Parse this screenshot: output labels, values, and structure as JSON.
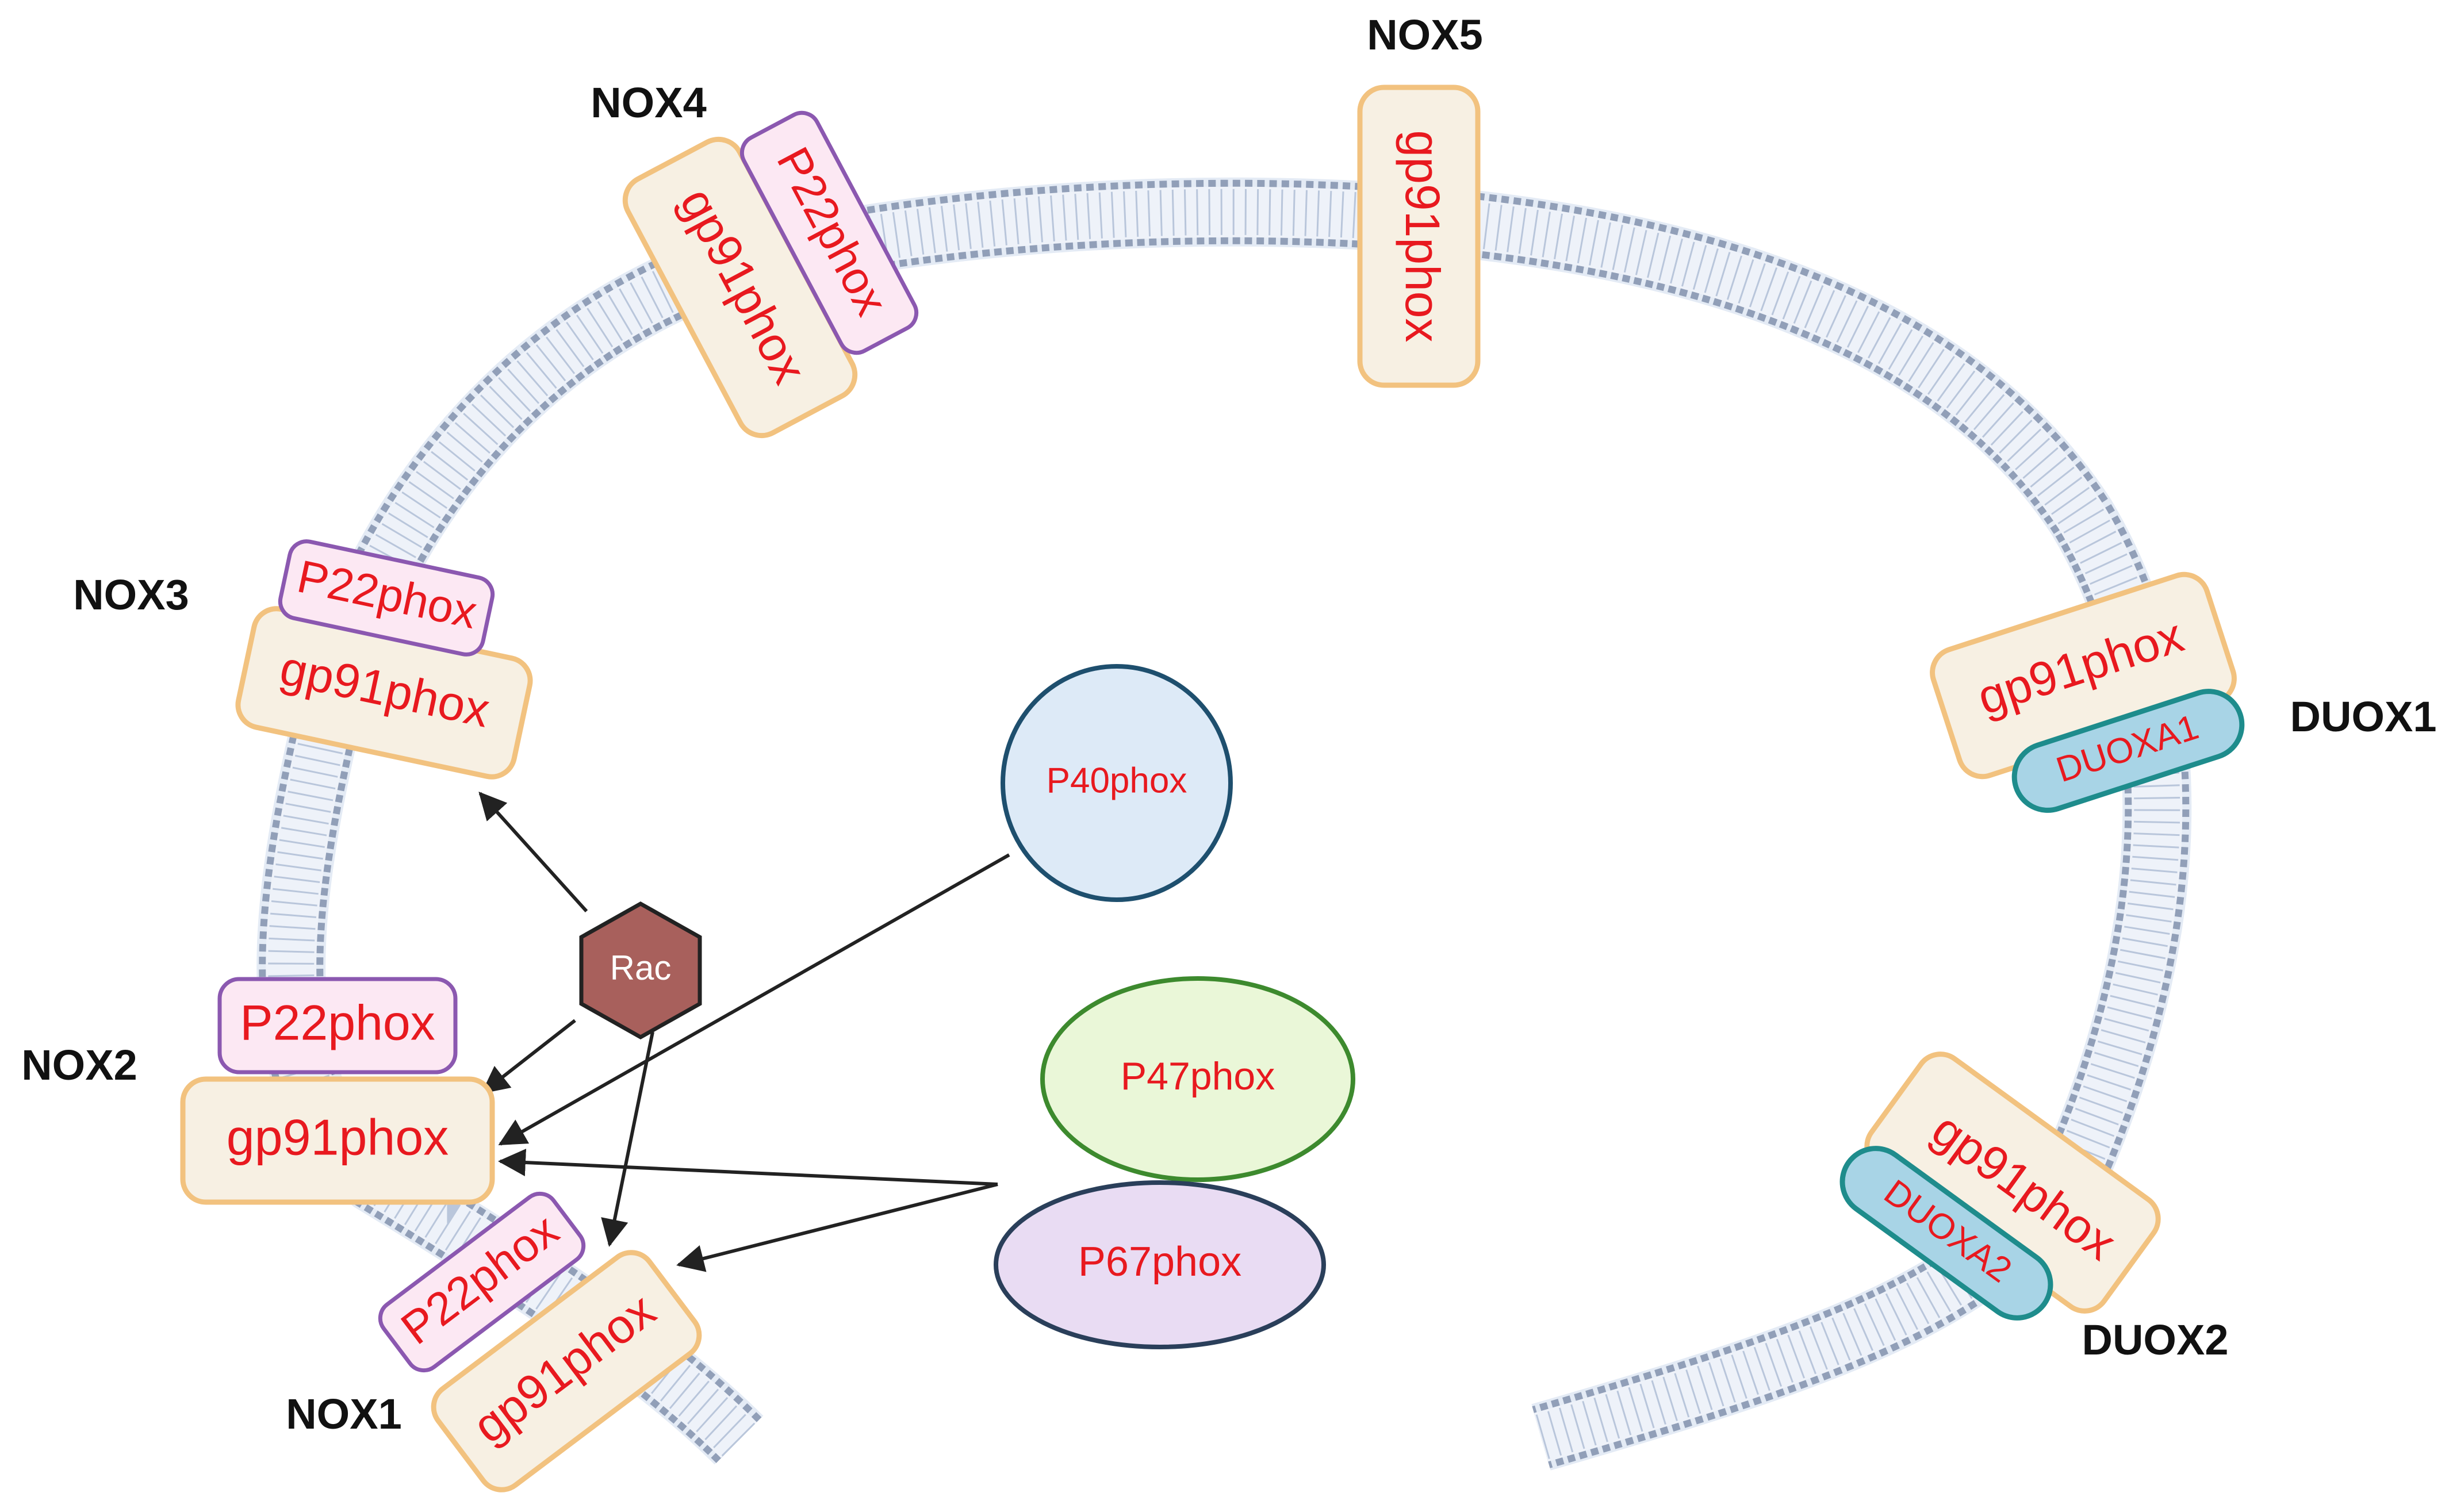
{
  "complexes": {
    "nox1": {
      "name": "NOX1",
      "gp91": "gp91phox",
      "p22": "P22phox"
    },
    "nox2": {
      "name": "NOX2",
      "gp91": "gp91phox",
      "p22": "P22phox"
    },
    "nox3": {
      "name": "NOX3",
      "gp91": "gp91phox",
      "p22": "P22phox"
    },
    "nox4": {
      "name": "NOX4",
      "gp91": "gp91phox",
      "p22": "P22phox"
    },
    "nox5": {
      "name": "NOX5",
      "gp91": "gp91phox"
    },
    "duox1": {
      "name": "DUOX1",
      "gp91": "gp91phox",
      "duoxa": "DUOXA1"
    },
    "duox2": {
      "name": "DUOX2",
      "gp91": "gp91phox",
      "duoxa": "DUOXA2"
    }
  },
  "cytosolic": {
    "rac": "Rac",
    "p40": "P40phox",
    "p47": "P47phox",
    "p67": "P67phox"
  },
  "colors": {
    "gp91_fill": "#f7f0e3",
    "gp91_stroke": "#f2c27f",
    "p22_fill": "#fce8f3",
    "p22_stroke": "#8b58b0",
    "duoxa_fill": "#a8d4e6",
    "duoxa_stroke": "#1e8c8c",
    "rac_fill": "#a8605c",
    "p40_fill": "#ddeaf7",
    "p47_fill": "#eaf7d8",
    "p67_fill": "#e9dcf3",
    "membrane_head": "#8c9bb4",
    "membrane_core": "#e4ebf5"
  }
}
